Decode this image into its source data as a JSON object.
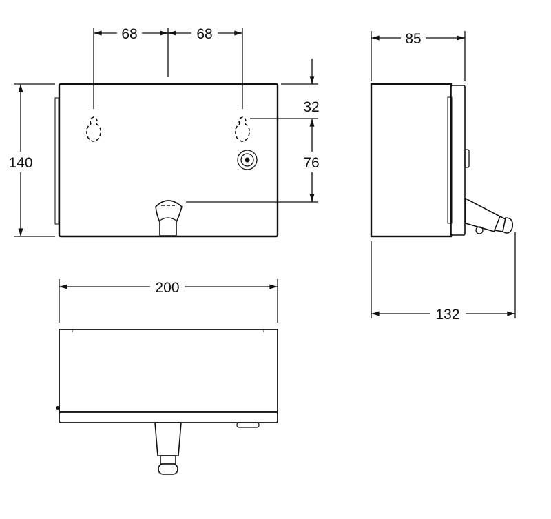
{
  "dimensions": {
    "hole_left_to_center": "68",
    "center_to_hole_right": "68",
    "height": "140",
    "top_to_holes": "32",
    "holes_to_pump": "76",
    "width": "200",
    "depth_body": "85",
    "depth_total": "132"
  },
  "colors": {
    "line": "#111111",
    "background": "#ffffff"
  }
}
